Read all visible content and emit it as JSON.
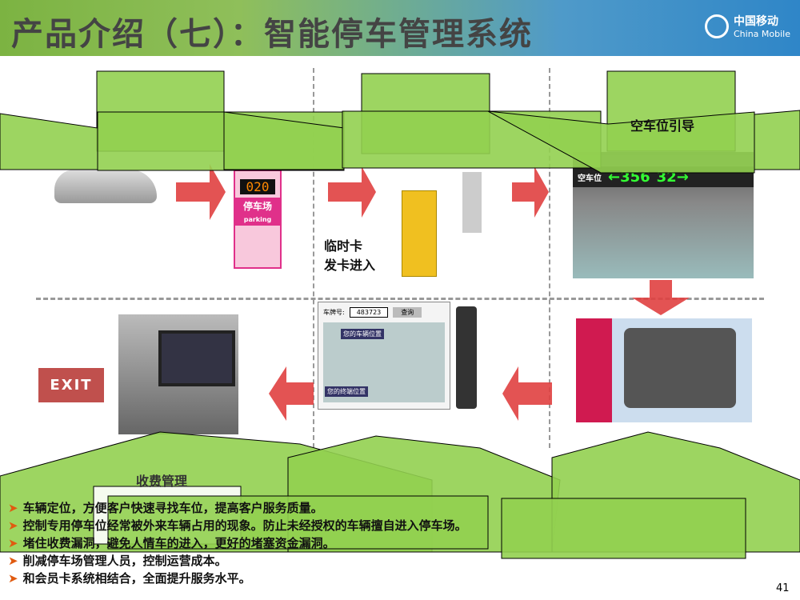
{
  "header": {
    "title": "产品介绍（七）：智能停车管理系统",
    "logo_cn": "中国移动",
    "logo_en": "China Mobile"
  },
  "steps": {
    "guide_label": "空车位引导",
    "temp_card_line1": "临时卡",
    "temp_card_line2": "发卡进入",
    "fee_label": "收费管理",
    "exit_label": "EXIT"
  },
  "entry_sign": {
    "count": "020",
    "name": "停车场",
    "sub": "parking"
  },
  "guide_board": {
    "label": "空车位",
    "left": "←356",
    "right": "32→"
  },
  "kiosk": {
    "plate_label": "车牌号:",
    "plate_value": "483723",
    "query_button": "查询",
    "car_pos": "您的车辆位置",
    "terminal_pos": "您的终端位置"
  },
  "bullets": [
    "车辆定位，方便客户快速寻找车位，提高客户服务质量。",
    "控制专用停车位经常被外来车辆占用的现象。防止未经授权的车辆擅自进入停车场。",
    "堵住收费漏洞，避免人情车的进入，更好的堵塞资金漏洞。",
    "削减停车场管理人员，控制运营成本。",
    "和会员卡系统相结合，全面提升服务水平。"
  ],
  "page_number": "41"
}
